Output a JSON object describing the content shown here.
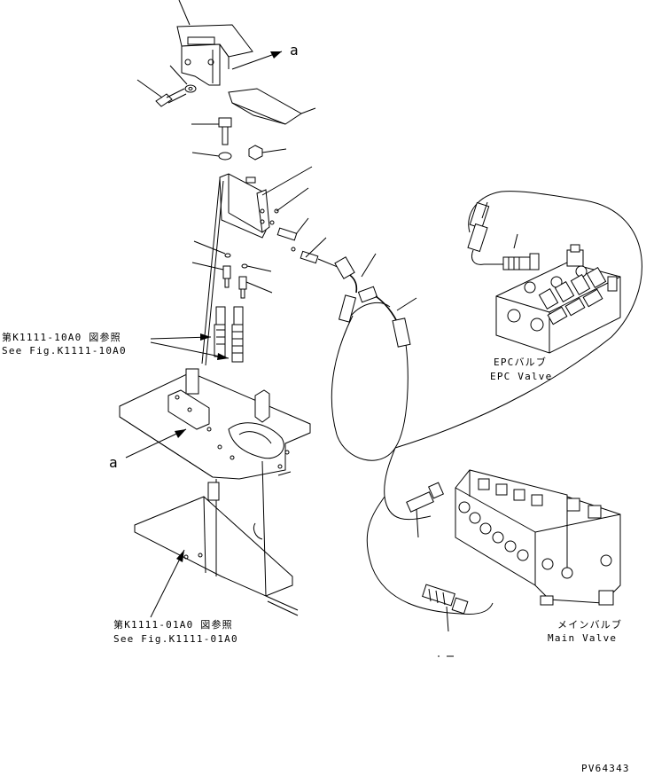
{
  "labels": {
    "ref_upper_ja": "第K1111-10A0 図参照",
    "ref_upper_en": "See Fig.K1111-10A0",
    "ref_lower_ja": "第K1111-01A0 図参照",
    "ref_lower_en": "See Fig.K1111-01A0",
    "epc_ja": "EPCバルブ",
    "epc_en": "EPC Valve",
    "main_ja": "メインバルブ",
    "main_en": "Main Valve",
    "callout_a_top": "a",
    "callout_a_left": "a",
    "drawing_code": "PV64343"
  },
  "colors": {
    "line": "#000000",
    "background": "#ffffff"
  }
}
